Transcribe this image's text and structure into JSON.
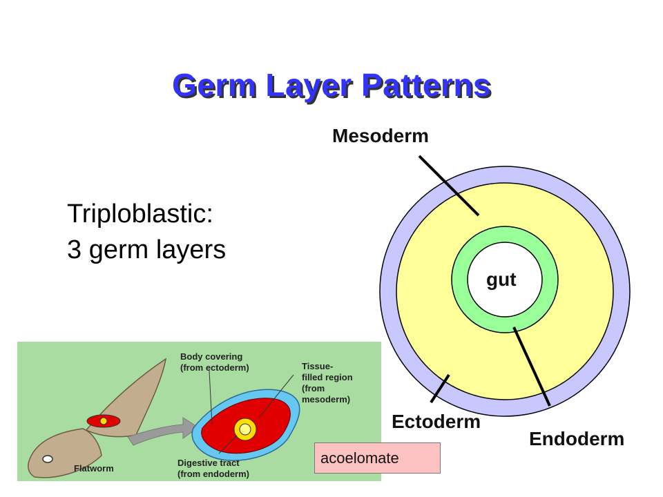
{
  "title": "Germ Layer Patterns",
  "subtitle": {
    "line1": "Triploblastic:",
    "line2": "3 germ layers"
  },
  "labels": {
    "mesoderm": "Mesoderm",
    "gut": "gut",
    "ectoderm": "Ectoderm",
    "endoderm": "Endoderm"
  },
  "colors": {
    "ectoderm": "#c8c8ff",
    "mesoderm": "#ffff99",
    "endoderm": "#99ff99",
    "gut": "#ffffff",
    "title": "#3333ff",
    "inset_bg": "#a8dca0",
    "tag_bg": "#ffc2c2"
  },
  "inset": {
    "body_covering": "Body covering\n(from ectoderm)",
    "tissue_filled": "Tissue-\nfilled region\n(from\nmesoderm)",
    "flatworm": "Flatworm",
    "digestive_tract": "Digestive tract\n(from endoderm)"
  },
  "tag": "acoelomate"
}
